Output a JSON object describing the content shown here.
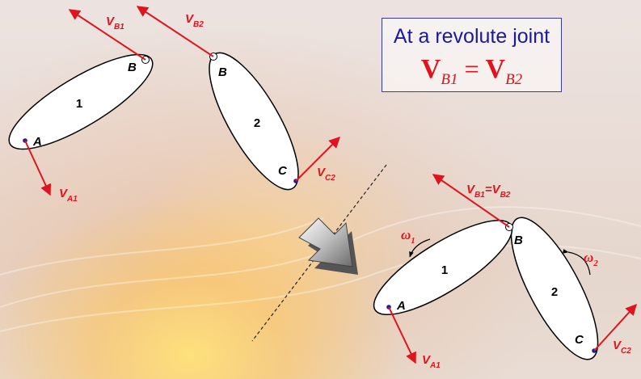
{
  "title_box": {
    "heading": "At a revolute joint",
    "eq_left_symbol": "V",
    "eq_left_sub": "B1",
    "eq_operator": "=",
    "eq_right_symbol": "V",
    "eq_right_sub": "B2"
  },
  "colors": {
    "vector": "#e0141e",
    "title_text": "#1a1a9a",
    "point": "#1a1a9a"
  },
  "top_left": {
    "link1": {
      "label": "1",
      "point_a": "A",
      "point_b": "B"
    },
    "link2": {
      "label": "2",
      "point_b": "B",
      "point_c": "C"
    },
    "vectors": {
      "vb1": {
        "base": "V",
        "sub": "B1"
      },
      "va1": {
        "base": "V",
        "sub": "A1"
      },
      "vb2": {
        "base": "V",
        "sub": "B2"
      },
      "vc2": {
        "base": "V",
        "sub": "C2"
      }
    }
  },
  "bottom_right": {
    "link1": {
      "label": "1",
      "point_a": "A"
    },
    "link2": {
      "label": "2",
      "point_c": "C"
    },
    "joint": "B",
    "vectors": {
      "vb_joint": {
        "part1": "V",
        "sub1": "B1",
        "eq": "=V",
        "sub2": "B2"
      },
      "va1": {
        "base": "V",
        "sub": "A1"
      },
      "vc2": {
        "base": "V",
        "sub": "C2"
      }
    },
    "omega1": {
      "base": "ω",
      "sub": "1"
    },
    "omega2": {
      "base": "ω",
      "sub": "2"
    }
  },
  "transition_arrow_icon": "block-arrow-icon"
}
